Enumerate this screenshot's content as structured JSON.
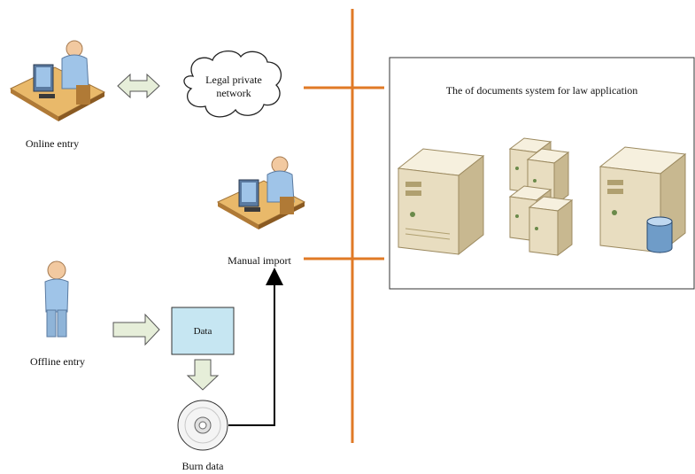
{
  "nodes": {
    "online_entry": "Online entry",
    "network_line1": "Legal private",
    "network_line2": "network",
    "manual_import": "Manual import",
    "offline_entry": "Offline entry",
    "data": "Data",
    "burn_data": "Burn data",
    "system_title": "The of documents system for law application"
  },
  "colors": {
    "bus": "#E07A26",
    "arrow_fill": "#E6EED9",
    "data_box": "#C6E6F2",
    "server_light": "#F0E8D2",
    "server_dark": "#C8B890"
  }
}
